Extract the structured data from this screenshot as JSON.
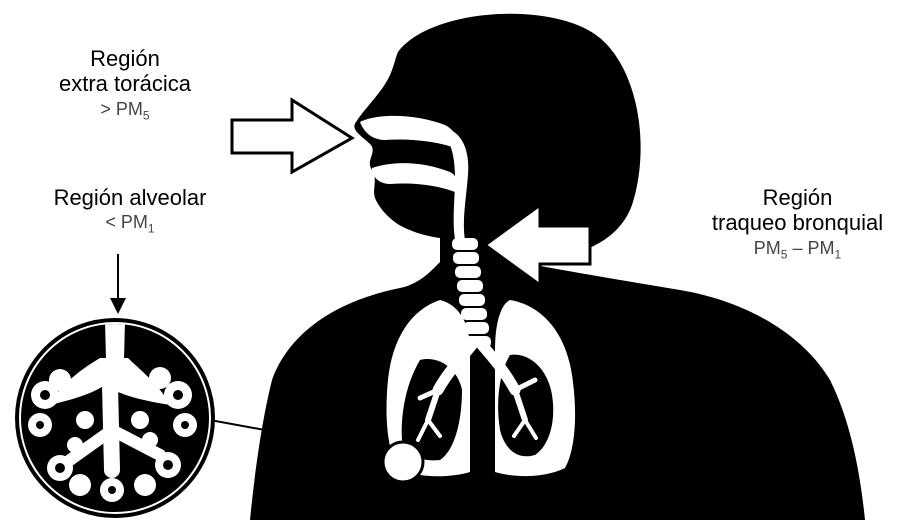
{
  "regions": {
    "extra_toracica": {
      "title_line1": "Región",
      "title_line2": "extra torácica",
      "size_prefix": "> PM",
      "size_sub": "5"
    },
    "alveolar": {
      "title": "Región alveolar",
      "size_prefix": "< PM",
      "size_sub": "1"
    },
    "traqueo_bronquial": {
      "title_line1": "Región",
      "title_line2": "traqueo bronquial",
      "size_a": "PM",
      "size_a_sub": "5",
      "size_dash": " – ",
      "size_b": "PM",
      "size_b_sub": "1"
    }
  },
  "colors": {
    "silhouette": "#000000",
    "background": "#ffffff",
    "secondary_text": "#444444"
  }
}
